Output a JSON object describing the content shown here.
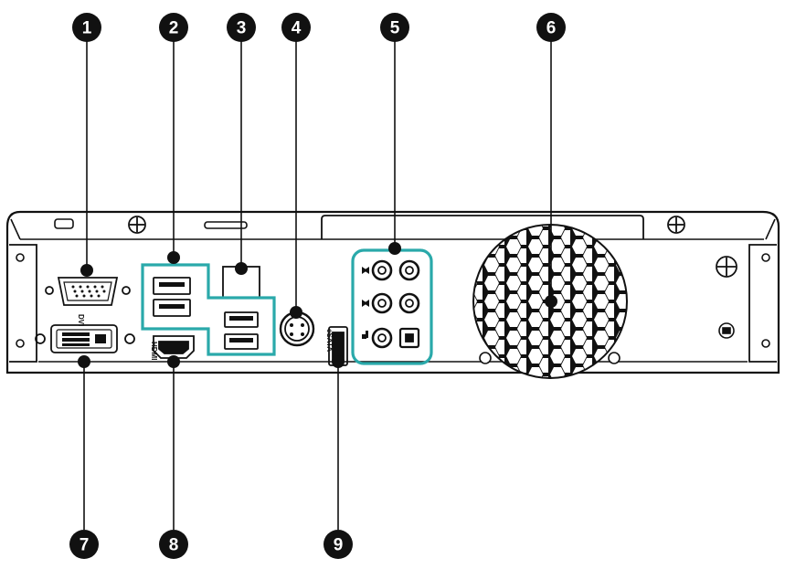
{
  "diagram": {
    "colors": {
      "outline": "#111111",
      "highlight": "#2aa9aa",
      "panel": "#ffffff"
    },
    "callouts": [
      {
        "id": "1",
        "number": "1"
      },
      {
        "id": "2",
        "number": "2"
      },
      {
        "id": "3",
        "number": "3"
      },
      {
        "id": "4",
        "number": "4"
      },
      {
        "id": "5",
        "number": "5"
      },
      {
        "id": "6",
        "number": "6"
      },
      {
        "id": "7",
        "number": "7"
      },
      {
        "id": "8",
        "number": "8"
      },
      {
        "id": "9",
        "number": "9"
      }
    ],
    "port_labels": {
      "dvi": "DVI",
      "hdmi": "HDMI",
      "esata": "eSATA"
    }
  }
}
